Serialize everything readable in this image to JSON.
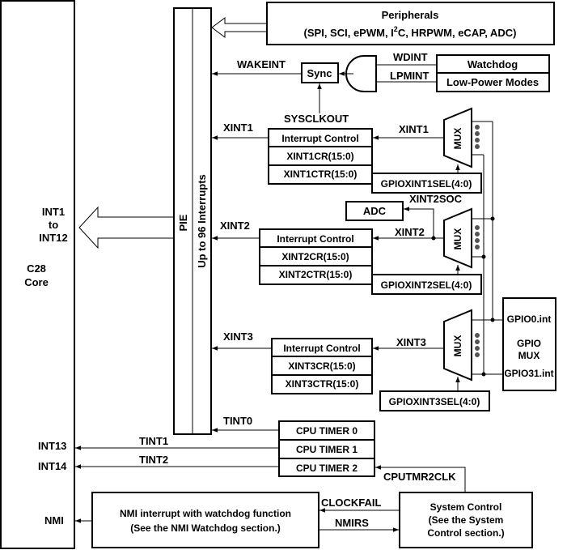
{
  "core": {
    "line1": "C28",
    "line2": "Core",
    "int1_12_a": "INT1",
    "int1_12_b": "to",
    "int1_12_c": "INT12",
    "int13": "INT13",
    "int14": "INT14",
    "nmi": "NMI"
  },
  "pie": {
    "label": "PIE",
    "sublabel": "Up to 96 Interrupts"
  },
  "peripherals": {
    "title": "Peripherals",
    "list_pre": "(SPI, SCI, ePWM, I",
    "list_sup": "2",
    "list_post": "C, HRPWM, eCAP, ADC)"
  },
  "wake": {
    "wakeint": "WAKEINT",
    "sync": "Sync",
    "wdint": "WDINT",
    "lpmint": "LPMINT",
    "watchdog": "Watchdog",
    "lowpower": "Low-Power Modes",
    "sysclkout": "SYSCLKOUT"
  },
  "xint1": {
    "out": "XINT1",
    "ctrl": "Interrupt Control",
    "cr": "XINT1CR(15:0)",
    "ctr": "XINT1CTR(15:0)",
    "in": "XINT1",
    "sel": "GPIOXINT1SEL(4:0)",
    "mux": "MUX"
  },
  "xint2": {
    "out": "XINT2",
    "ctrl": "Interrupt Control",
    "cr": "XINT2CR(15:0)",
    "ctr": "XINT2CTR(15:0)",
    "in": "XINT2",
    "sel": "GPIOXINT2SEL(4:0)",
    "mux": "MUX",
    "adc": "ADC",
    "soc": "XINT2SOC"
  },
  "xint3": {
    "out": "XINT3",
    "ctrl": "Interrupt Control",
    "cr": "XINT3CR(15:0)",
    "ctr": "XINT3CTR(15:0)",
    "in": "XINT3",
    "sel": "GPIOXINT3SEL(4:0)",
    "mux": "MUX"
  },
  "gpio": {
    "gpio0": "GPIO0.int",
    "gpio": "GPIO",
    "mux": "MUX",
    "gpio31": "GPIO31.int"
  },
  "timers": {
    "tint0": "TINT0",
    "tint1": "TINT1",
    "tint2": "TINT2",
    "t0": "CPU TIMER 0",
    "t1": "CPU TIMER 1",
    "t2": "CPU TIMER 2",
    "cputmr2clk": "CPUTMR2CLK"
  },
  "nmi": {
    "line1": "NMI interrupt with watchdog function",
    "line2": "(See the NMI Watchdog  section.)",
    "clockfail": "CLOCKFAIL",
    "nmirs": "NMIRS"
  },
  "sysctl": {
    "line1": "System Control",
    "line2": "(See the  System",
    "line3": "Control section.)"
  }
}
